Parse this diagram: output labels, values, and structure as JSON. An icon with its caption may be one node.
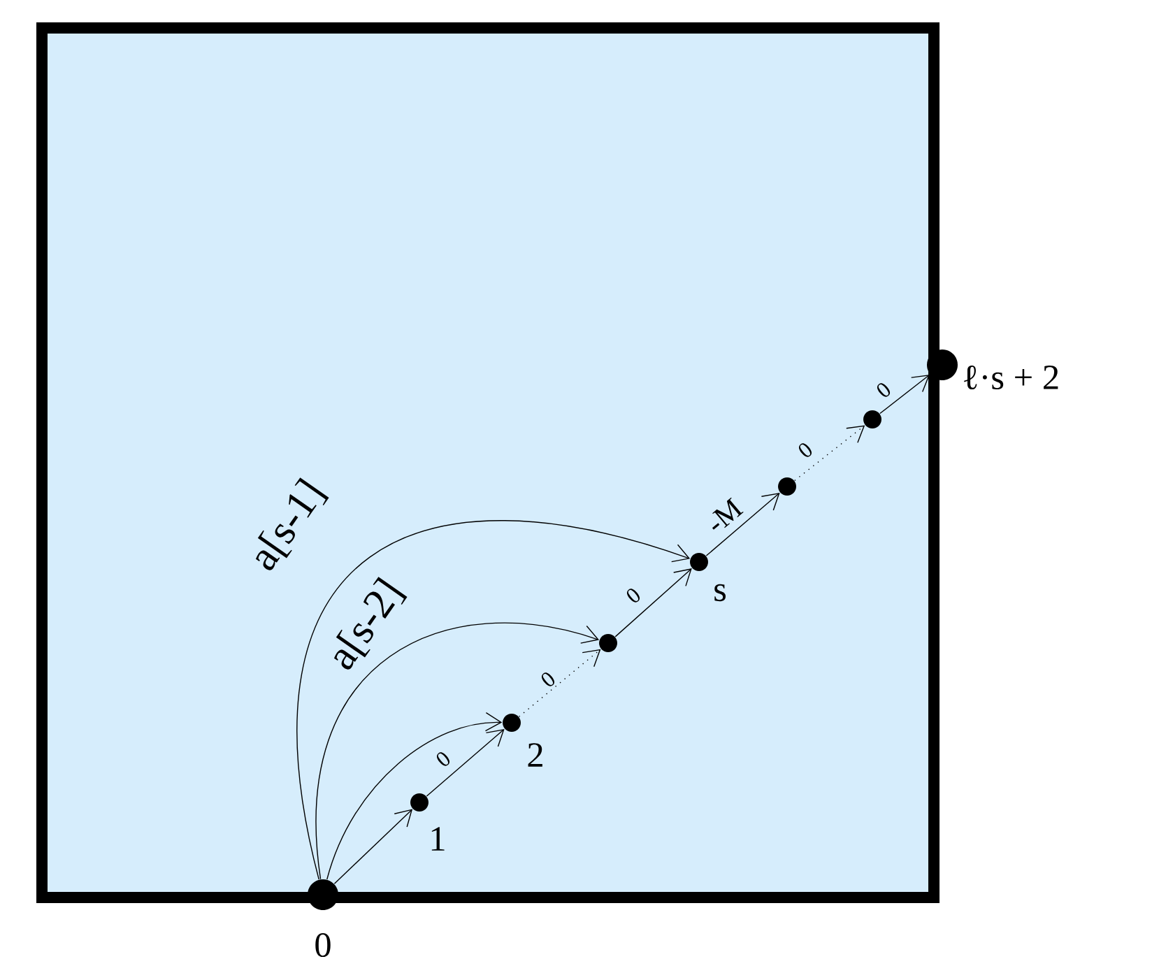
{
  "diagram": {
    "nodes": [
      {
        "text": [],
        "shape": "box"
      },
      {
        "text": [],
        "shape": "circle",
        "beside": [
          "0"
        ]
      },
      {
        "text": [],
        "shape": "circle",
        "in": 0,
        "beside": [
          "1"
        ]
      },
      {
        "text": [],
        "shape": "circle",
        "in": 0,
        "beside": [
          "2"
        ]
      },
      {
        "text": [],
        "shape": "circle",
        "in": 0
      },
      {
        "text": [],
        "shape": "circle",
        "in": 0,
        "beside": [
          "s"
        ]
      },
      {
        "text": [],
        "shape": "circle",
        "in": 0
      },
      {
        "text": [],
        "shape": "circle",
        "in": 0
      },
      {
        "text": [],
        "shape": "circle",
        "beside": [
          "ℓ·s + 2"
        ]
      }
    ],
    "edges": [
      {
        "from": 1,
        "to": 2,
        "arrow": "to"
      },
      {
        "from": 2,
        "to": 3,
        "arrow": "to",
        "label": "0"
      },
      {
        "from": 1,
        "to": 3,
        "arrow": "to"
      },
      {
        "from": 3,
        "to": 4,
        "arrow": "to",
        "label": "0",
        "style": "dashed"
      },
      {
        "from": 1,
        "to": 4,
        "arrow": "to",
        "label": "a[s-2]"
      },
      {
        "from": 4,
        "to": 5,
        "arrow": "to",
        "label": "0"
      },
      {
        "from": 1,
        "to": 5,
        "arrow": "to",
        "label": "a[s-1]"
      },
      {
        "from": 5,
        "to": 6,
        "arrow": "to",
        "label": "-M"
      },
      {
        "from": 6,
        "to": 7,
        "arrow": "to",
        "label": "0",
        "style": "dashed"
      },
      {
        "from": 7,
        "to": 8,
        "arrow": "to",
        "label": "0"
      }
    ]
  }
}
